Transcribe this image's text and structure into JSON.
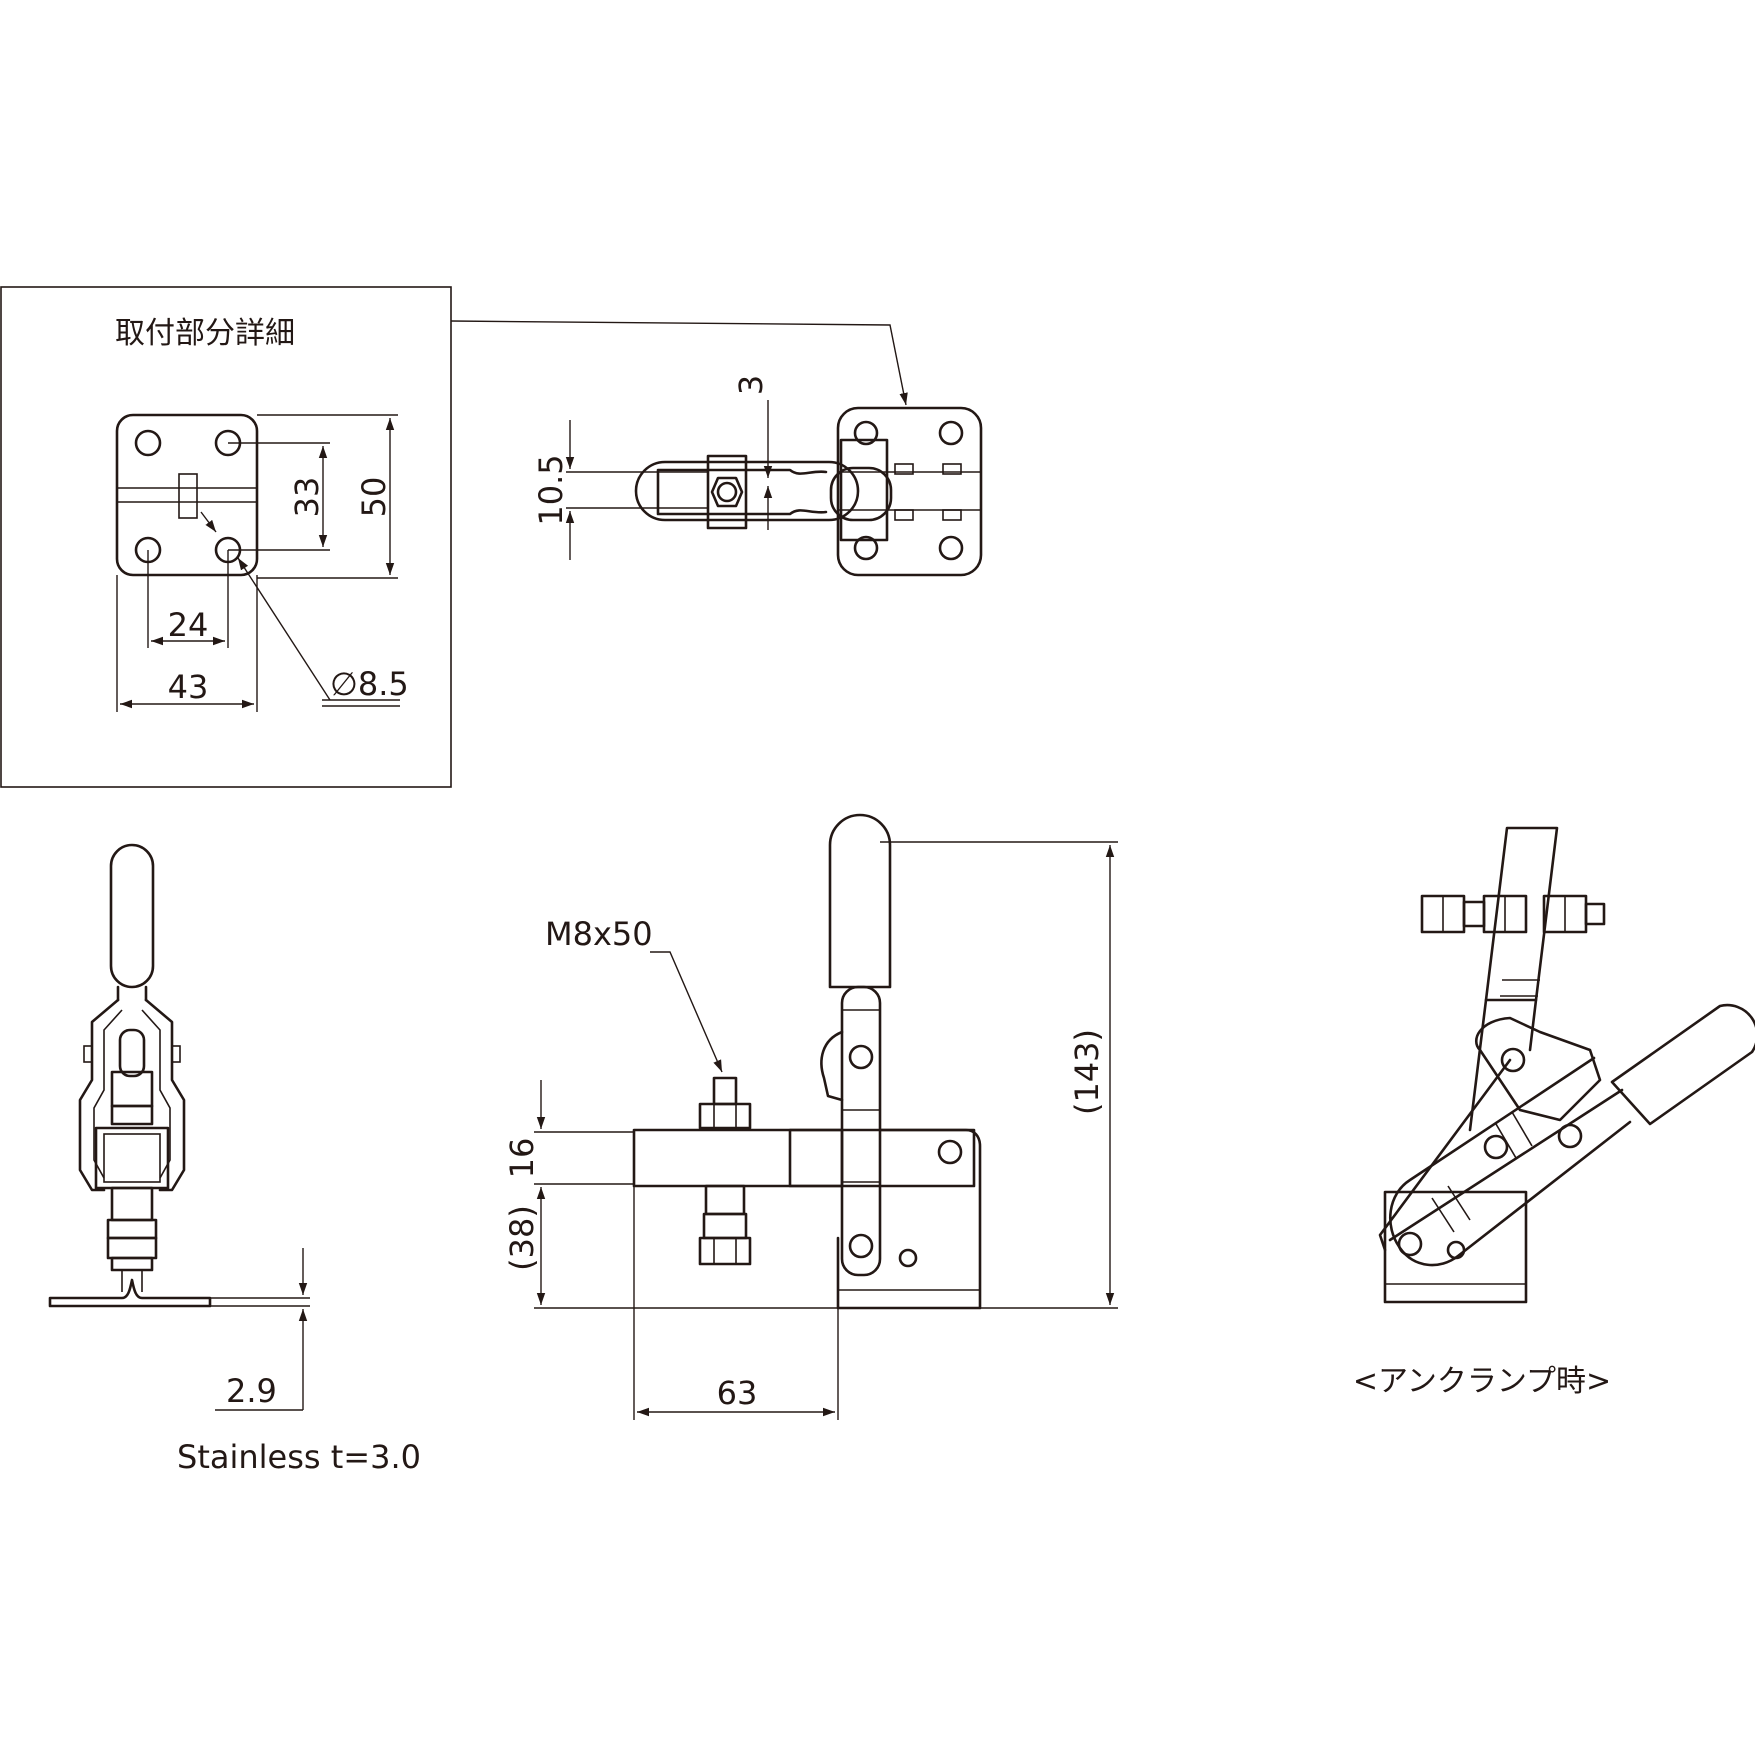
{
  "detail_box": {
    "title": "取付部分詳細",
    "dim_height_inner": "33",
    "dim_height_outer": "50",
    "dim_width_inner": "24",
    "dim_width_outer": "43",
    "hole_diameter": "∅8.5"
  },
  "top_view": {
    "dim_thickness": "3",
    "dim_width": "10.5"
  },
  "side_view": {
    "dim_base": "2.9",
    "material_note": "Stainless t=3.0"
  },
  "front_view": {
    "bolt_label": "M8x50",
    "dim_overall_height": "(143)",
    "dim_arm_thickness": "16",
    "dim_arm_height": "(38)",
    "dim_reach": "63"
  },
  "unclamp_view": {
    "caption": "<アンクランプ時>"
  },
  "colors": {
    "line": "#231815",
    "background": "#ffffff"
  }
}
